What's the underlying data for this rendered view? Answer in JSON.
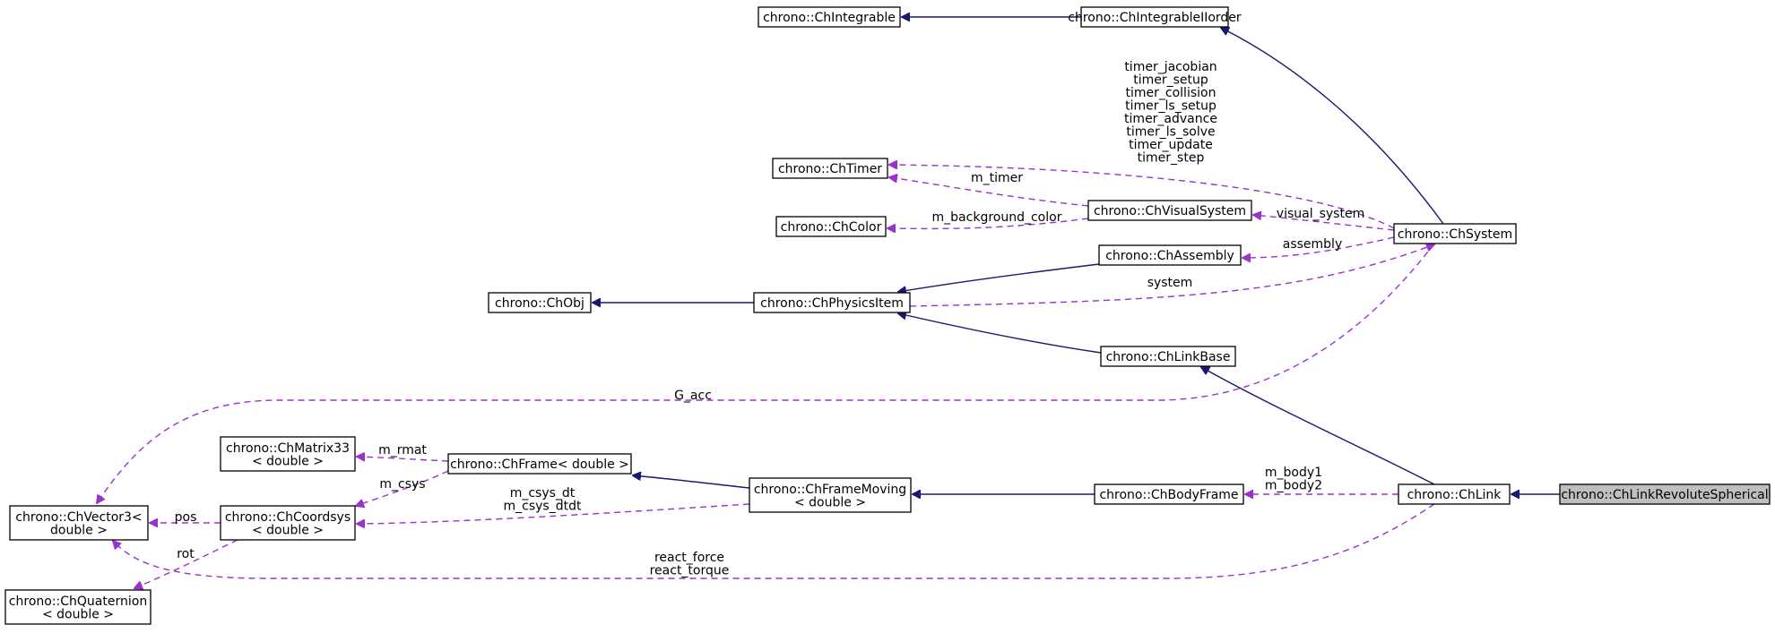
{
  "colors": {
    "inheritance_edge": "#191970",
    "usage_edge": "#9a32cd",
    "highlight_fill": "#bfbfbf"
  },
  "nodes": {
    "ChIntegrable": [
      "chrono::ChIntegrable"
    ],
    "ChIntegrableIIorder": [
      "chrono::ChIntegrableIIorder"
    ],
    "ChTimer": [
      "chrono::ChTimer"
    ],
    "ChVisualSystem": [
      "chrono::ChVisualSystem"
    ],
    "ChColor": [
      "chrono::ChColor"
    ],
    "ChAssembly": [
      "chrono::ChAssembly"
    ],
    "ChSystem": [
      "chrono::ChSystem"
    ],
    "ChObj": [
      "chrono::ChObj"
    ],
    "ChPhysicsItem": [
      "chrono::ChPhysicsItem"
    ],
    "ChLinkBase": [
      "chrono::ChLinkBase"
    ],
    "ChMatrix33": [
      "chrono::ChMatrix33",
      "< double >"
    ],
    "ChFrame": [
      "chrono::ChFrame< double >"
    ],
    "ChFrameMoving": [
      "chrono::ChFrameMoving",
      "< double >"
    ],
    "ChBodyFrame": [
      "chrono::ChBodyFrame"
    ],
    "ChLink": [
      "chrono::ChLink"
    ],
    "ChLinkRevoluteSpherical": [
      "chrono::ChLinkRevoluteSpherical"
    ],
    "ChVector3": [
      "chrono::ChVector3<",
      "double >"
    ],
    "ChCoordsys": [
      "chrono::ChCoordsys",
      "< double >"
    ],
    "ChQuaternion": [
      "chrono::ChQuaternion",
      "< double >"
    ]
  },
  "edge_labels": {
    "timers": [
      "timer_jacobian",
      "timer_setup",
      "timer_collision",
      "timer_ls_setup",
      "timer_advance",
      "timer_ls_solve",
      "timer_update",
      "timer_step"
    ],
    "m_timer": [
      "m_timer"
    ],
    "m_background_color": [
      "m_background_color"
    ],
    "visual_system": [
      "visual_system"
    ],
    "assembly": [
      "assembly"
    ],
    "system": [
      "system"
    ],
    "G_acc": [
      "G_acc"
    ],
    "m_rmat": [
      "m_rmat"
    ],
    "m_csys": [
      "m_csys"
    ],
    "m_csys_dt": [
      "m_csys_dt",
      "m_csys_dtdt"
    ],
    "pos": [
      "pos"
    ],
    "rot": [
      "rot"
    ],
    "m_body": [
      "m_body1",
      "m_body2"
    ],
    "react": [
      "react_force",
      "react_torque"
    ]
  }
}
